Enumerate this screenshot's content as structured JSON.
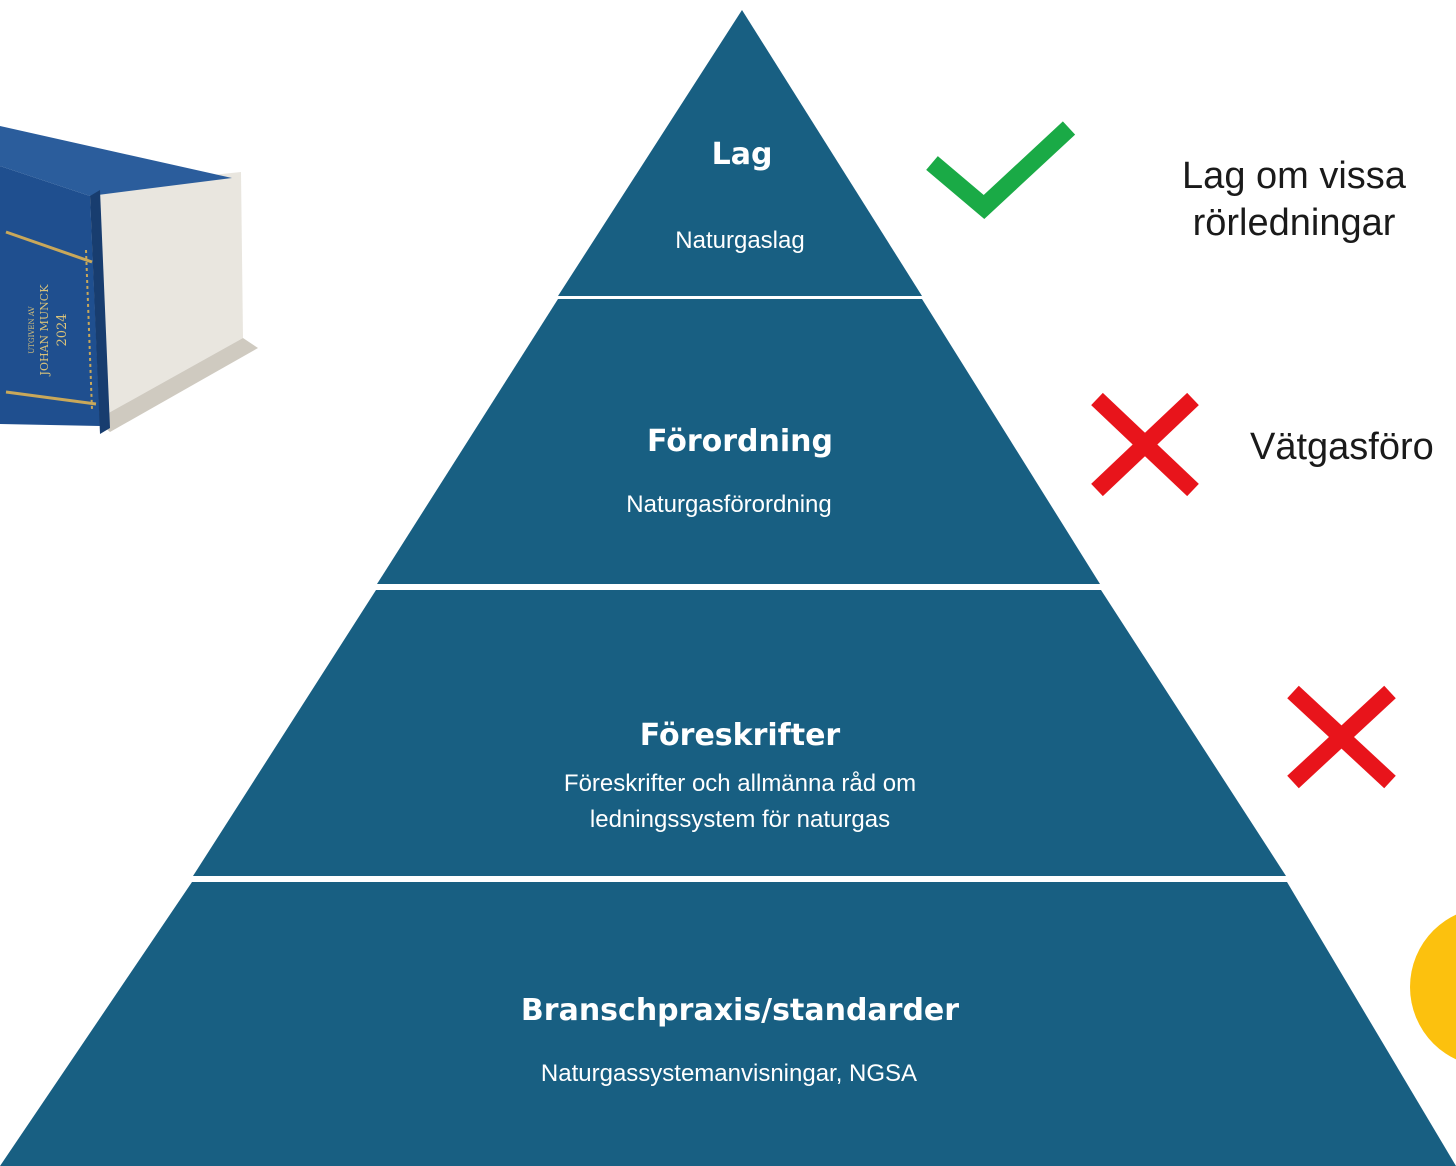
{
  "pyramid": {
    "fill": "#185f82",
    "tiers": [
      {
        "title": "Lag",
        "subtitle_lines": [
          "Naturgaslag"
        ]
      },
      {
        "title": "Förordning",
        "subtitle_lines": [
          "Naturgasförordning"
        ]
      },
      {
        "title": "Föreskrifter",
        "subtitle_lines": [
          "Föreskrifter och allmänna råd om",
          "ledningssystem för naturgas"
        ]
      },
      {
        "title": "Branschpraxis/standarder",
        "subtitle_lines": [
          "Naturgassystemanvisningar, NGSA"
        ]
      }
    ]
  },
  "status_markers": [
    {
      "status": "check",
      "icon": "check-icon",
      "color": "#1aaa46",
      "note_lines": [
        "Lag om vissa",
        "rörledningar"
      ]
    },
    {
      "status": "cross",
      "icon": "cross-icon",
      "color": "#e8141b",
      "note_lines": [
        "Vätgasföro"
      ]
    },
    {
      "status": "cross",
      "icon": "cross-icon",
      "color": "#e8141b",
      "note_lines": []
    },
    {
      "status": "partial",
      "icon": "yellow-circle-icon",
      "color": "#fcc10e",
      "note_lines": []
    }
  ],
  "book": {
    "spine_lines": [
      "UTGIVEN AV",
      "JOHAN MUNCK",
      "2024"
    ],
    "cover_color": "#1f4f8f"
  }
}
